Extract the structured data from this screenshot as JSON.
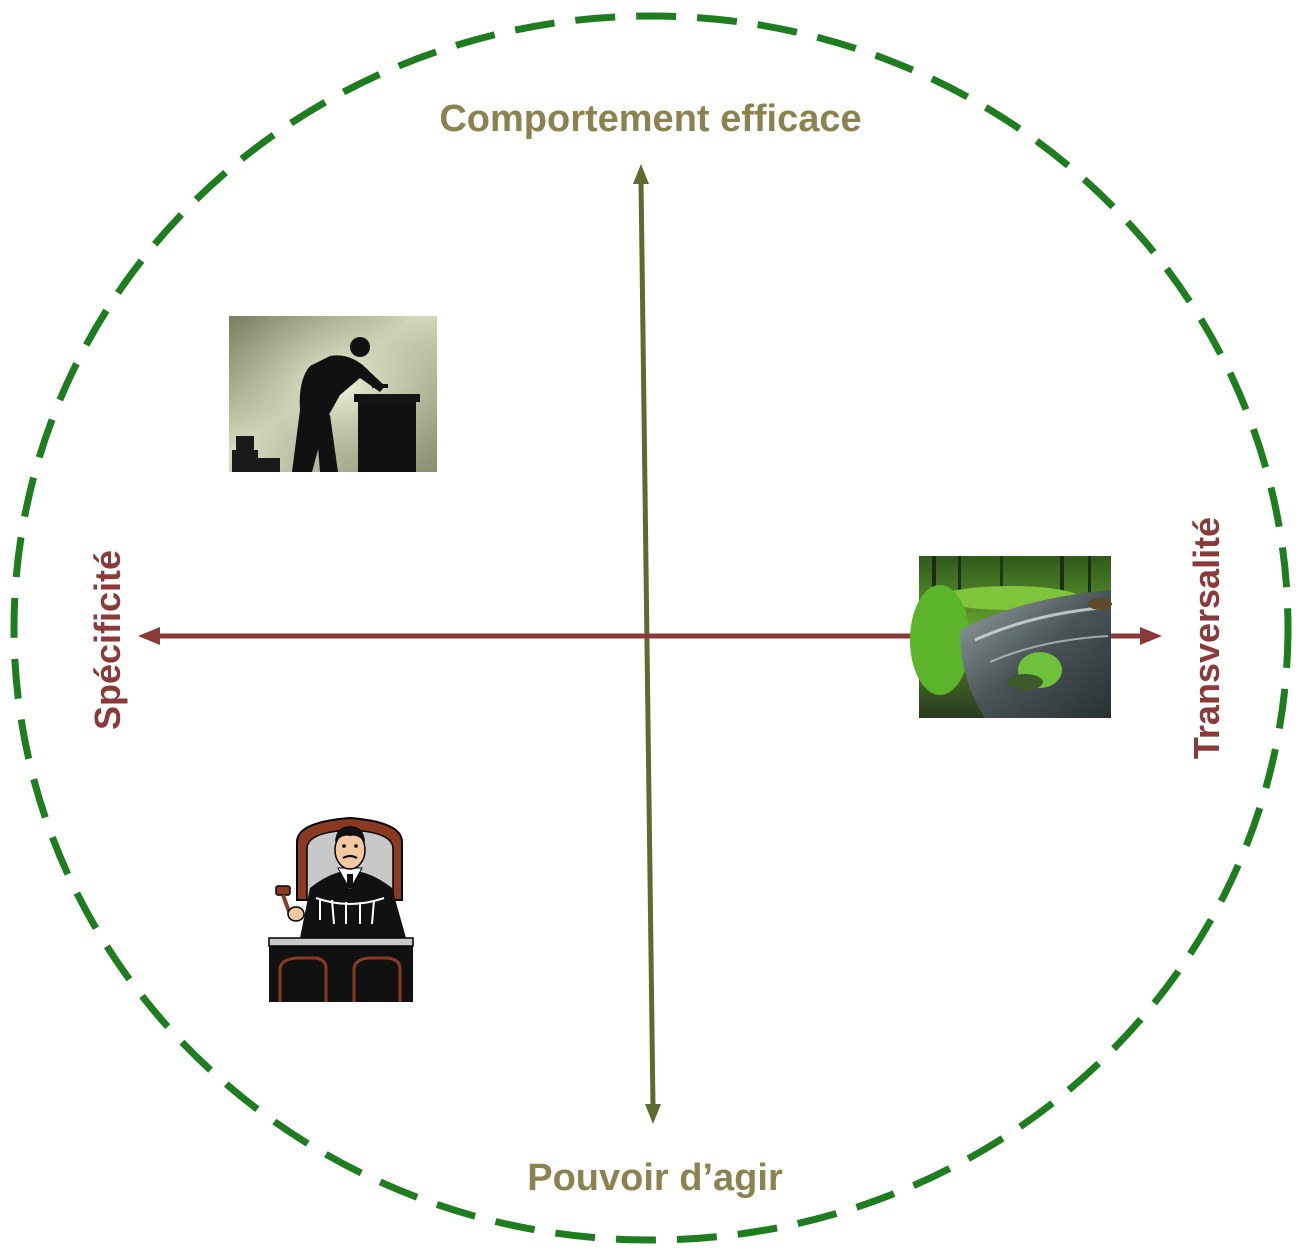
{
  "labels": {
    "top": "Comportement efficace",
    "bottom": "Pouvoir d’agir",
    "left": "Spécificité",
    "right": "Transversalité"
  },
  "colors": {
    "circle": "#1e7d1e",
    "vertical_axis": "#5d6b2e",
    "horizontal_axis": "#8b3a3a",
    "vertical_labels": "#8c8250",
    "horizontal_labels": "#8b3a3a"
  },
  "pictures": [
    {
      "name": "worker-silhouette-photo",
      "depicts": "silhouette of a person working at a desk"
    },
    {
      "name": "forest-stream-photo",
      "depicts": "stream flowing through a green forest"
    },
    {
      "name": "judge-clipart",
      "depicts": "judge in a robe holding a gavel behind a bench"
    }
  ]
}
